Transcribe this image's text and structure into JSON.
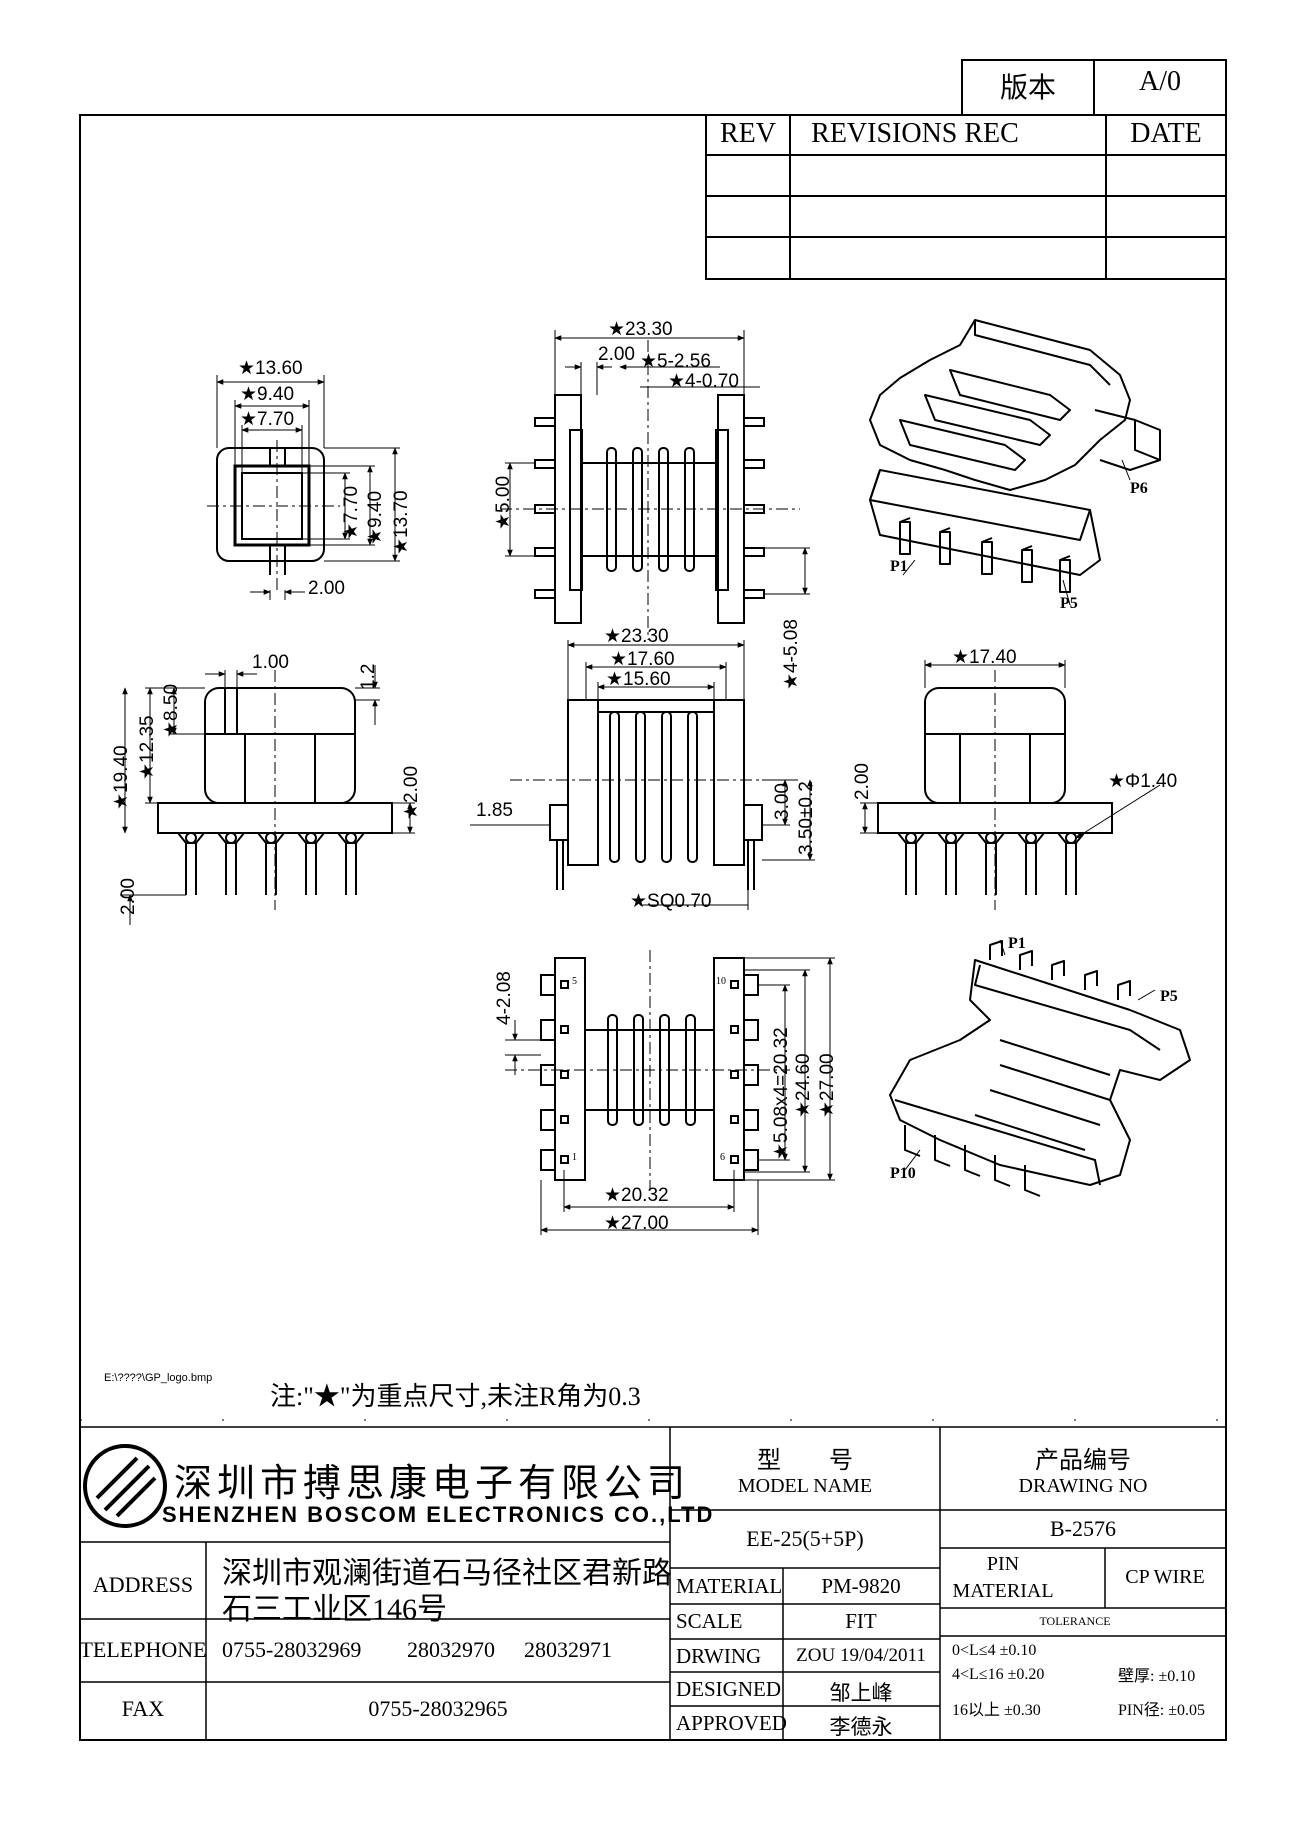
{
  "version_box": {
    "label": "版本",
    "value": "A/0"
  },
  "revisions": {
    "rev": "REV",
    "rec": "REVISIONS REC",
    "date": "DATE"
  },
  "dimensions": {
    "d13_60": "★13.60",
    "d9_40": "★9.40",
    "d7_70": "★7.70",
    "d7_70v": "★7.70",
    "d9_40v": "★9.40",
    "d13_70v": "★13.70",
    "d2_00g": "2.00",
    "d23_30o": "★23.30",
    "d2_00": "2.00",
    "d5_2_56": "★5-2.56",
    "d4_0_70": "★4-0.70",
    "d5_00": "★5.00",
    "d4_5_08": "★4-5.08",
    "d1_00": "1.00",
    "d1_2": "1.2",
    "d8_50": "★8.50",
    "d12_35": "★12.35",
    "d19_40": "★19.40",
    "d2_00l": "★2.00",
    "d2_00bl": "2.00",
    "d23_30r": "★23.30",
    "d17_60": "★17.60",
    "d15_60": "★15.60",
    "d1_85": "1.85",
    "d3_00": "3.00",
    "d3_50": "3.50±0.2",
    "dsq": "★SQ0.70",
    "d17_40": "★17.40",
    "d2_00r": "2.00",
    "dphi": "★Φ1.40",
    "d4_2_08": "4-2.08",
    "d5_08x4": "★5.08x4=20.32",
    "d24_60": "★24.60",
    "d27_00v": "★27.00",
    "d20_32": "★20.32",
    "d27_00": "★27.00"
  },
  "pin_labels": {
    "p1_top": "P1",
    "p5_top": "P5",
    "p6_top": "P6",
    "p1_bot": "P1",
    "p5_bot": "P5",
    "p10_bot": "P10"
  },
  "pin_numbers": {
    "n5": "5",
    "n10": "10",
    "n1": "1",
    "n6": "6"
  },
  "logo_path": "E:\\????\\GP_logo.bmp",
  "note": "注:\"★\"为重点尺寸,未注R角为0.3",
  "title_block": {
    "company_cn": "深圳市搏思康电子有限公司",
    "company_en": "SHENZHEN BOSCOM ELECTRONICS CO.,LTD",
    "model_cn": "型　　号",
    "model_en": "MODEL NAME",
    "model_value": "EE-25(5+5P)",
    "drawing_cn": "产品编号",
    "drawing_en": "DRAWING NO",
    "drawing_value": "B-2576",
    "address_label": "ADDRESS",
    "address_line1": "深圳市观澜街道石马径社区君新路",
    "address_line2": "石三工业区146号",
    "telephone_label": "TELEPHONE",
    "tel1": "0755-28032969",
    "tel2": "28032970",
    "tel3": "28032971",
    "fax_label": "FAX",
    "fax_value": "0755-28032965",
    "material_label": "MATERIAL",
    "material_value": "PM-9820",
    "scale_label": "SCALE",
    "scale_value": "FIT",
    "drawing_label": "DRWING",
    "drawing_date": "ZOU 19/04/2011",
    "designed_label": "DESIGNED",
    "designed_value": "邹上峰",
    "approved_label": "APPROVED",
    "approved_value": "李德永",
    "pin_label": "PIN",
    "pin_material_label": "MATERIAL",
    "cp_wire": "CP WIRE",
    "tolerance_label": "TOLERANCE",
    "tol_1": "0<L≤4  ±0.10",
    "tol_2": "4<L≤16  ±0.20",
    "tol_3": "16以上    ±0.30",
    "wall_label": "壁厚:  ±0.10",
    "pin_dia_label": "PIN径: ±0.05"
  }
}
